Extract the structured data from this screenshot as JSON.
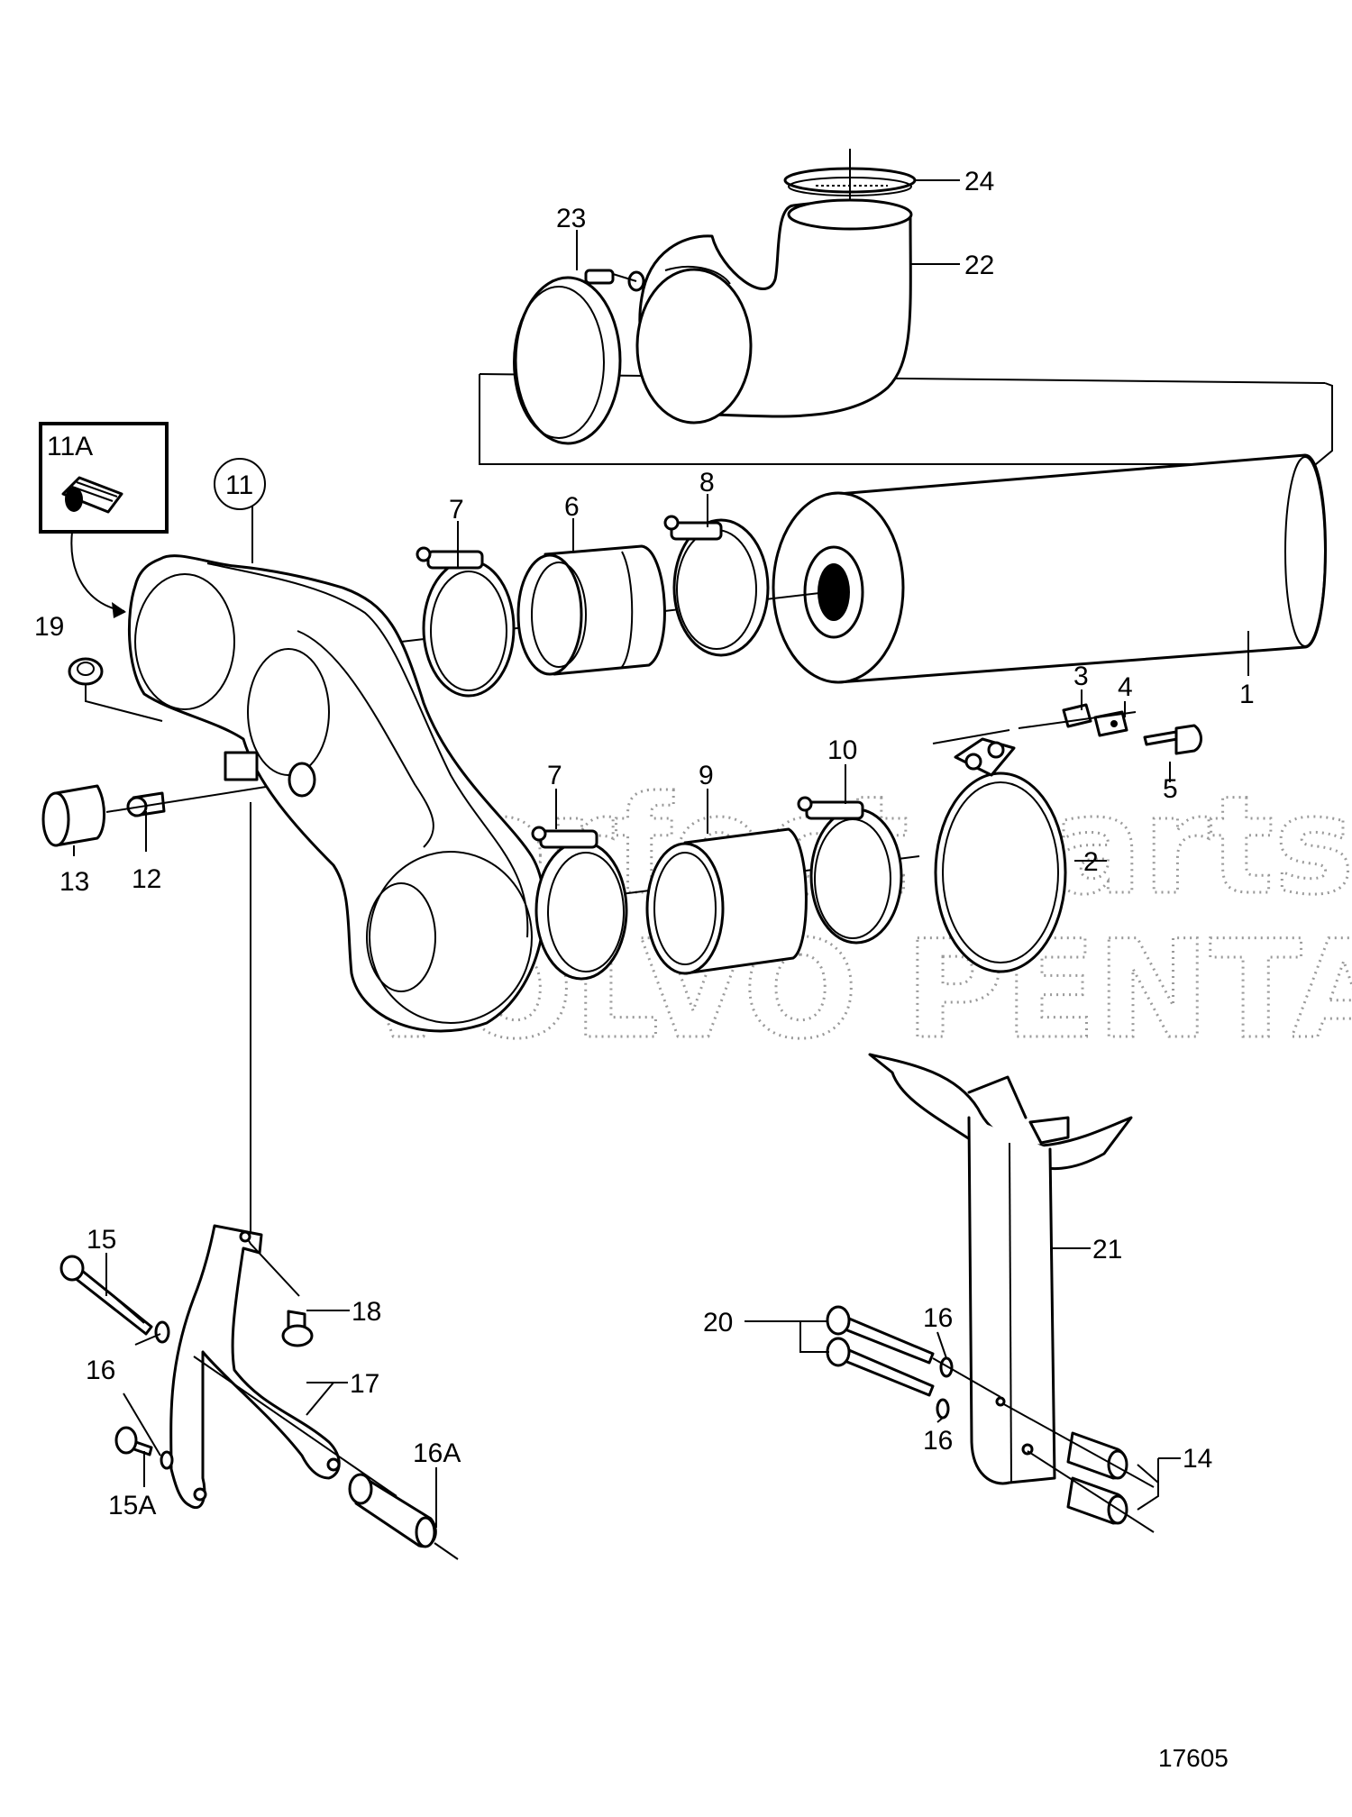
{
  "diagram": {
    "reference_number": "17605",
    "watermark": [
      "Perfect Parts",
      "VOLVO PENTA"
    ],
    "callouts": {
      "p1": "1",
      "p2": "2",
      "p3": "3",
      "p4": "4",
      "p5": "5",
      "p6": "6",
      "p7a": "7",
      "p7b": "7",
      "p8": "8",
      "p9": "9",
      "p10": "10",
      "p11": "11",
      "p11a": "11A",
      "p12": "12",
      "p13": "13",
      "p14": "14",
      "p15": "15",
      "p15a": "15A",
      "p16a": "16",
      "p16b": "16",
      "p16c": "16",
      "p16A": "16A",
      "p17": "17",
      "p18": "18",
      "p19": "19",
      "p20": "20",
      "p21": "21",
      "p22": "22",
      "p23": "23",
      "p24": "24"
    }
  }
}
